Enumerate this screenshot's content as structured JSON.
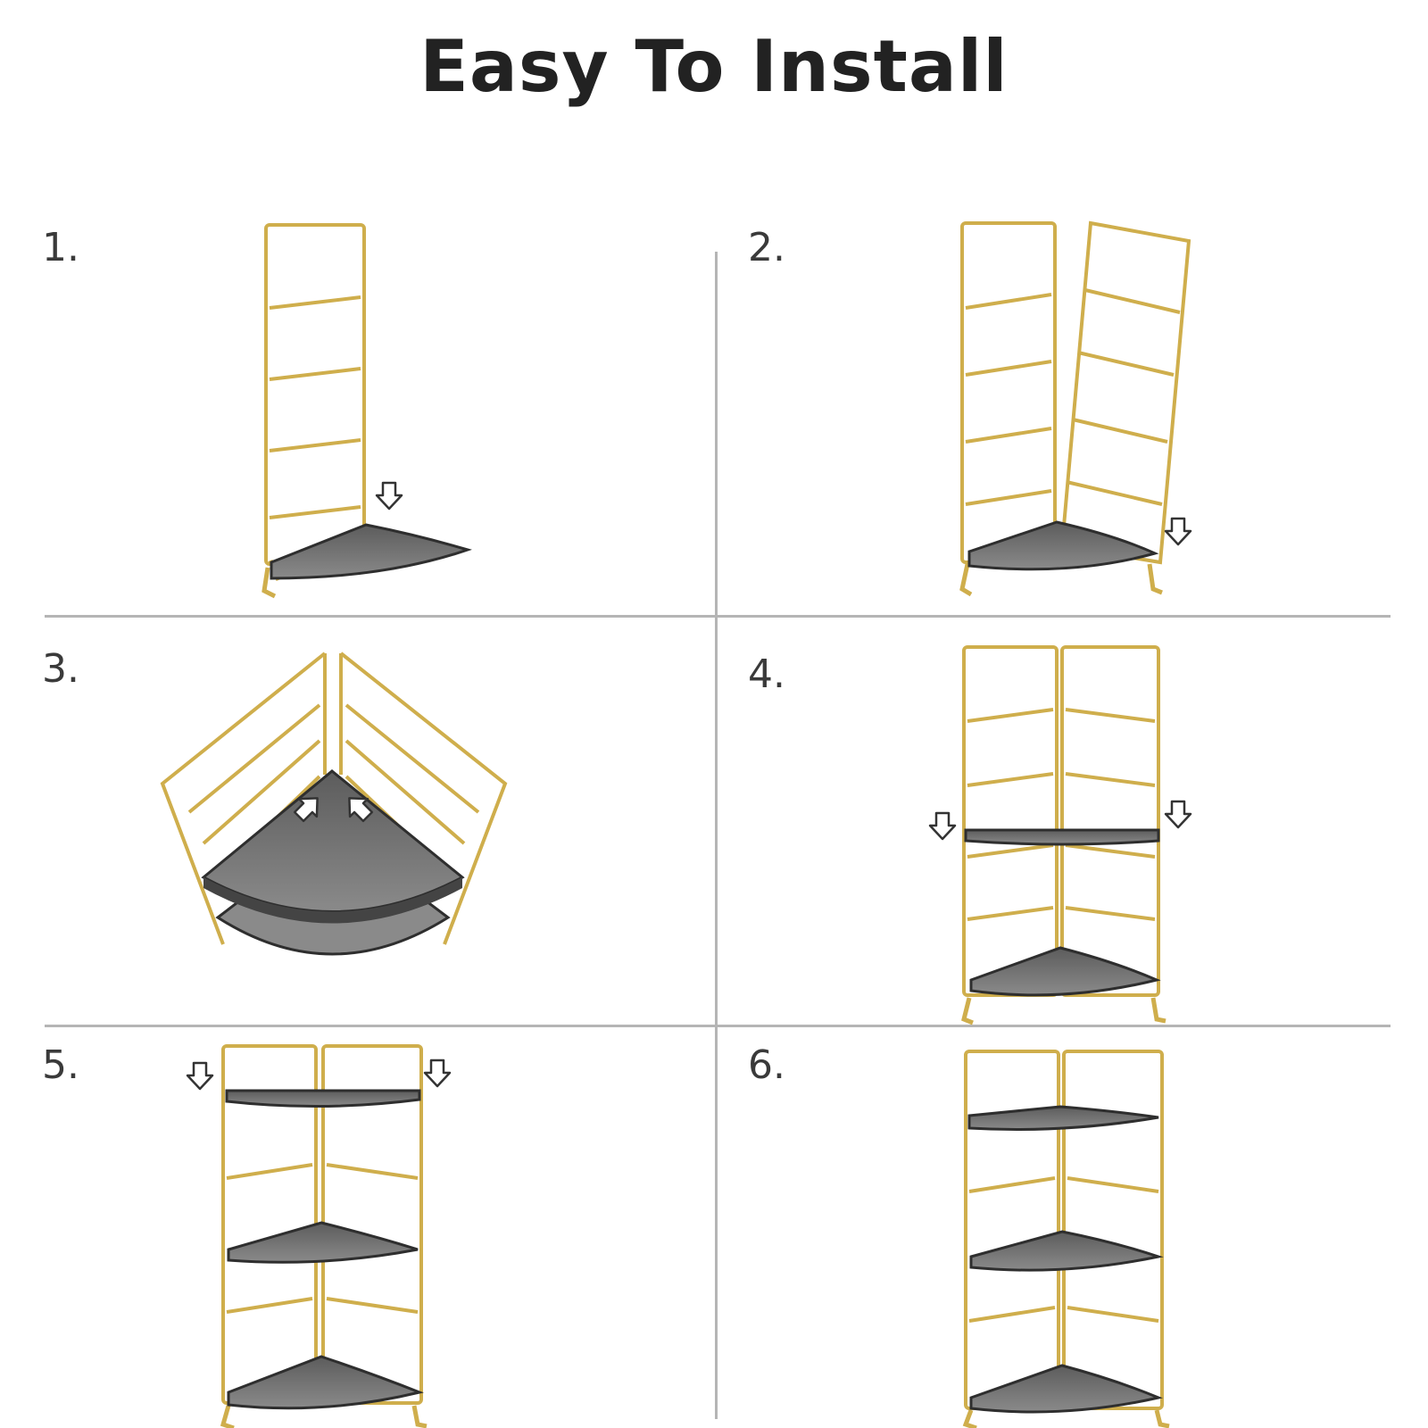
{
  "title": "Easy To Install",
  "colors": {
    "frame": "#cfae4c",
    "shelf": "#6e6e6e",
    "shelf_edge": "#2e2e2e",
    "divider": "#b5b5b5",
    "text": "#222222"
  },
  "steps": [
    {
      "label": "1."
    },
    {
      "label": "2."
    },
    {
      "label": "3."
    },
    {
      "label": "4."
    },
    {
      "label": "5."
    },
    {
      "label": "6."
    }
  ]
}
